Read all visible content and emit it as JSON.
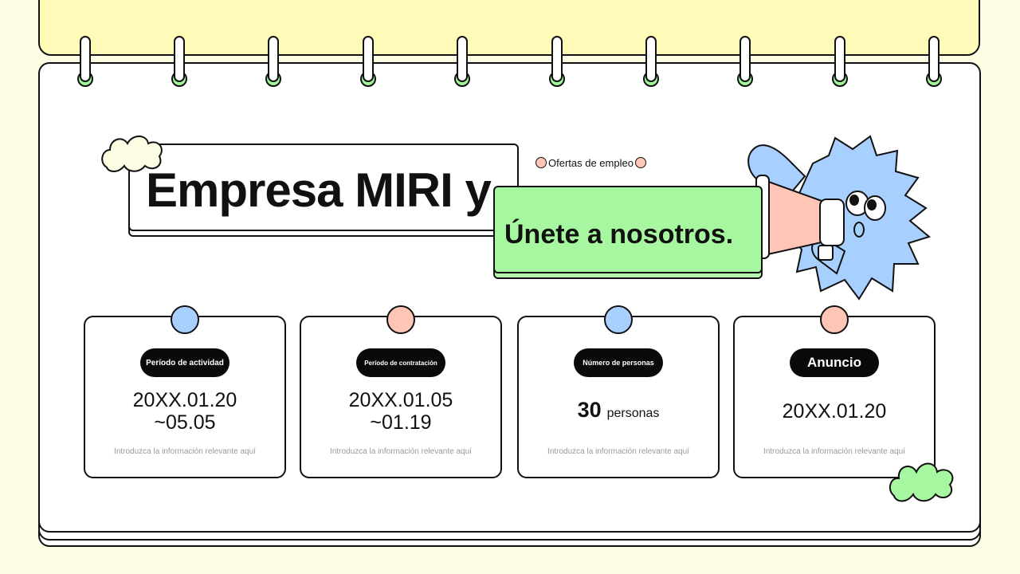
{
  "header": {
    "title": "Empresa MIRI y",
    "tag": "Ofertas de empleo",
    "subtitle": "Únete a nosotros."
  },
  "cards": [
    {
      "label": "Período de actividad",
      "line1": "20XX.01.20",
      "line2": "~05.05",
      "note": "Introduzca la información relevante aquí",
      "pin_color": "#a8d0ff"
    },
    {
      "label": "Período de contratación",
      "line1": "20XX.01.05",
      "line2": "~01.19",
      "note": "Introduzca la información relevante aquí",
      "pin_color": "#ffc6b8"
    },
    {
      "label": "Número de personas",
      "number": "30",
      "unit": "personas",
      "note": "Introduzca la información relevante aquí",
      "pin_color": "#a8d0ff"
    },
    {
      "label": "Anuncio",
      "line1": "20XX.01.20",
      "note": "Introduzca la información relevante aquí",
      "pin_color": "#ffc6b8"
    }
  ],
  "colors": {
    "background": "#fdfde4",
    "top_panel": "#fffab8",
    "accent_green": "#a6f7a0",
    "accent_blue": "#a8d0ff",
    "accent_pink": "#ffc6b8"
  },
  "icons": [
    "megaphone-icon",
    "mascot-character",
    "cloud-blob-icon",
    "ring-binder-icon"
  ]
}
